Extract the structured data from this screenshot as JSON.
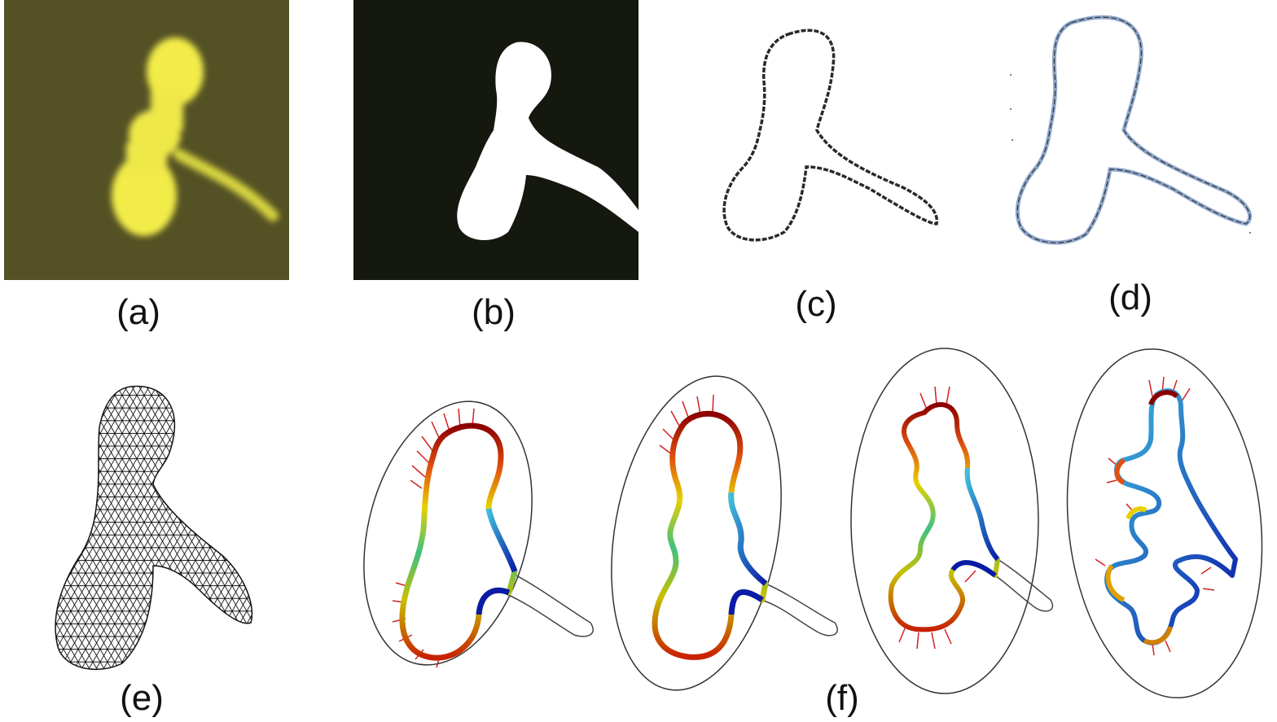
{
  "figure": {
    "labels": {
      "a": "(a)",
      "b": "(b)",
      "c": "(c)",
      "d": "(d)",
      "e": "(e)",
      "f": "(f)"
    },
    "colors": {
      "fluorescence_bg": "#5a5626",
      "fluorescence_signal": "#f2ec4a",
      "binary_bg": "#15180f",
      "binary_fg": "#ffffff",
      "contour": "#2a2a2a",
      "normal_arrows": "#d42020",
      "stress_high": "#8b0000",
      "stress_low": "#0a1aa8"
    }
  }
}
